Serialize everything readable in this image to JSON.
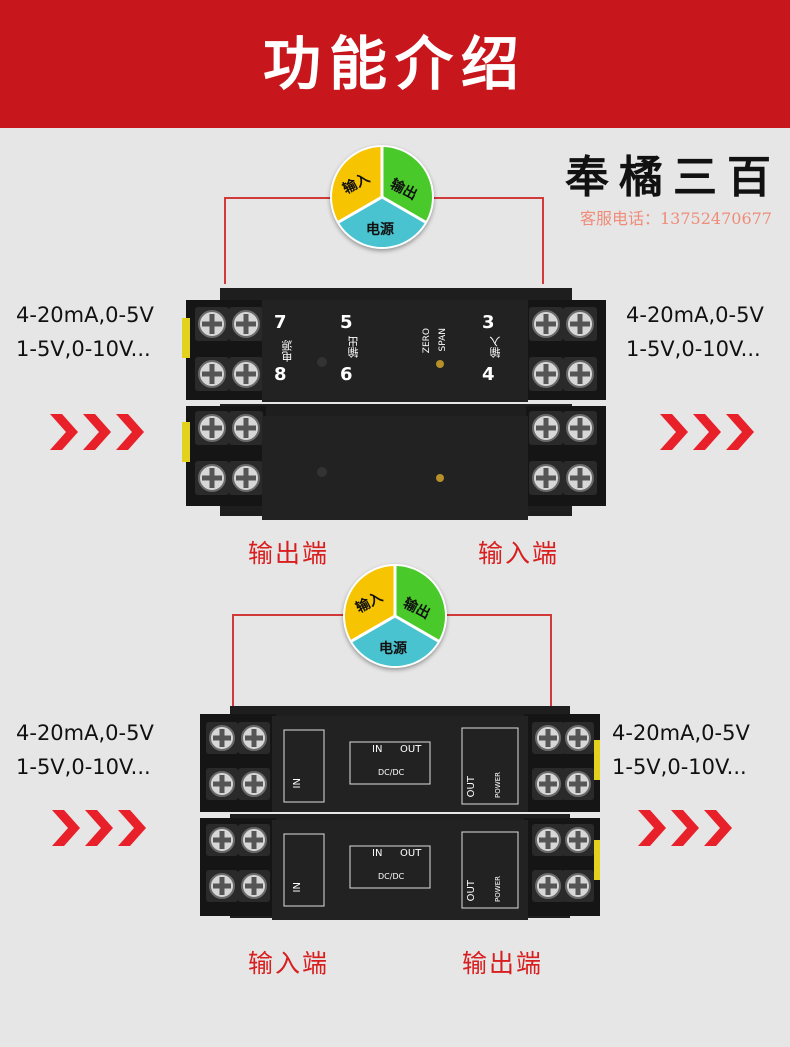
{
  "header": {
    "title": "功能介绍"
  },
  "brand": {
    "name": "奉橘三百",
    "phone": "客服电话：13752470677"
  },
  "wheel": {
    "input": "输入",
    "output": "输出",
    "power": "电源",
    "colors": {
      "input": "#f6c400",
      "output": "#49c92a",
      "power": "#48c3cf"
    }
  },
  "section1": {
    "left_spec": [
      "4-20mA,0-5V",
      "1-5V,0-10V..."
    ],
    "right_spec": [
      "4-20mA,0-5V",
      "1-5V,0-10V..."
    ],
    "left_label": "输出端",
    "right_label": "输入端",
    "panel": {
      "zero": "ZERO",
      "span": "SPAN",
      "input_text": "输入",
      "output_text": "输出",
      "power_text": "电源",
      "n3": "3",
      "n4": "4",
      "n5": "5",
      "n6": "6",
      "n7": "7",
      "n8": "8"
    }
  },
  "section2": {
    "left_spec": [
      "4-20mA,0-5V",
      "1-5V,0-10V..."
    ],
    "right_spec": [
      "4-20mA,0-5V",
      "1-5V,0-10V..."
    ],
    "left_label": "输入端",
    "right_label": "输出端",
    "panel": {
      "in": "IN",
      "out": "OUT",
      "dcdc": "DC/DC",
      "power": "POWER"
    }
  },
  "colors": {
    "banner": "#c8161d",
    "accent_red": "#d81e1e",
    "module": "#1b1b1b",
    "terminal": "#111111"
  }
}
